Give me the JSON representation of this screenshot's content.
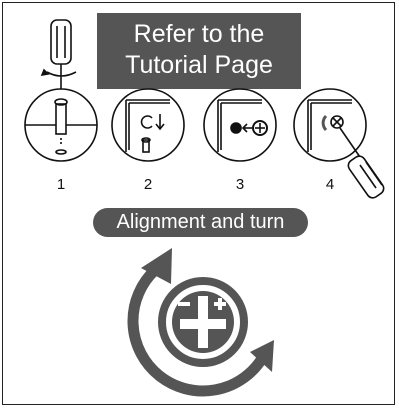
{
  "banner": {
    "line1": "Refer to the",
    "line2": "Tutorial Page"
  },
  "steps": [
    {
      "number": "1"
    },
    {
      "number": "2"
    },
    {
      "number": "3"
    },
    {
      "number": "4"
    }
  ],
  "caption": "Alignment and turn",
  "colors": {
    "label_bg": "#555555",
    "label_text": "#ffffff",
    "arrow": "#555555",
    "line": "#111111"
  },
  "icons": {
    "screwdriver": "screwdriver-icon",
    "rotate_arrow": "rotate-arrow-icon",
    "plus_minus_dial": "plus-minus-dial-icon"
  }
}
